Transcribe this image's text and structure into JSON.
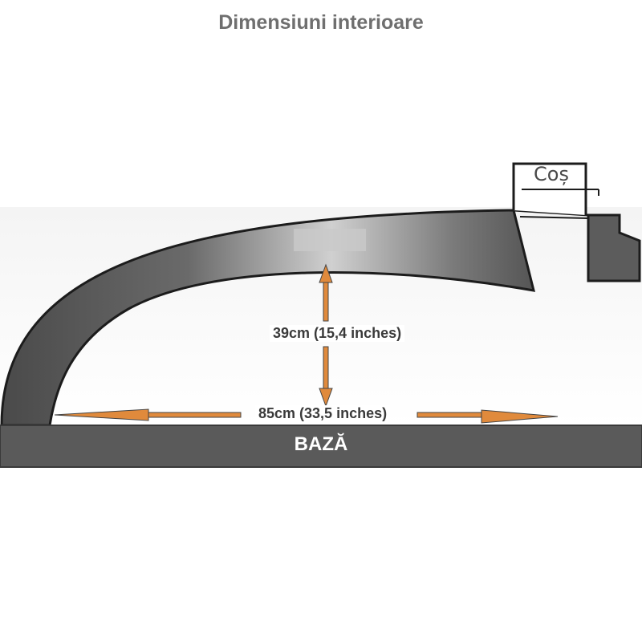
{
  "title": "Dimensiuni interioare",
  "chimney": {
    "label": "Coș"
  },
  "dimensions": {
    "height": {
      "label": "39cm (15,4 inches)",
      "value_cm": 39,
      "value_in": 15.4
    },
    "width": {
      "label": "85cm (33,5 inches)",
      "value_cm": 85,
      "value_in": 33.5
    }
  },
  "base": {
    "label": "BAZĂ"
  },
  "colors": {
    "arrow": "#e08a3c",
    "base": "#5a5a5a",
    "dome_dark": "#4f4f4f",
    "dome_light": "#d8d8d8",
    "title": "#6f6f6f"
  },
  "icons": [
    "vertical-double-arrow",
    "horizontal-double-arrow"
  ]
}
